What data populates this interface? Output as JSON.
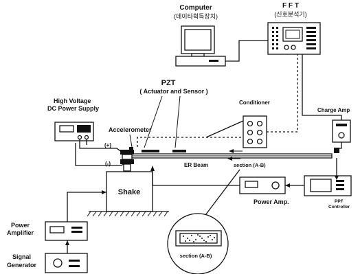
{
  "labels": {
    "computer": "Computer",
    "computer_sub": "(데이타획득장치)",
    "fft": "F F T",
    "fft_sub": "(신호분석기)",
    "pzt": "PZT",
    "pzt_sub": "( Actuator and Sensor )",
    "hv_line1": "High Voltage",
    "hv_line2": "DC Power Supply",
    "accelerometer": "Accelerometer",
    "conditioner": "Conditioner",
    "charge_amp": "Charge Amp",
    "plus": "(+)",
    "minus": "(-)",
    "er_beam": "ER Beam",
    "section": "section (A-B)",
    "shake": "Shake",
    "power_amp": "Power Amp.",
    "ppf_line1": "PPF",
    "ppf_line2": "Controller",
    "power_amplifier_line1": "Power",
    "power_amplifier_line2": "Amplifier",
    "signal_generator_line1": "Signal",
    "signal_generator_line2": "Generator",
    "section_detail": "section (A-B)"
  }
}
